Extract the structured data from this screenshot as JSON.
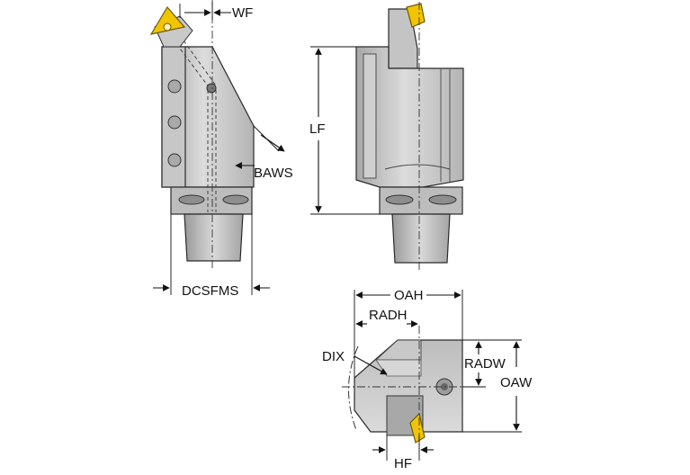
{
  "labels": {
    "wf": "WF",
    "baws": "BAWS",
    "dcsfms": "DCSFMS",
    "lf": "LF",
    "oah": "OAH",
    "radh": "RADH",
    "radw": "RADW",
    "oaw": "OAW",
    "dix": "DIX",
    "hf": "HF"
  },
  "colors": {
    "body_light": "#d4d4d4",
    "body_mid": "#b9b9b9",
    "body_dark": "#8f8f8f",
    "insert_yellow": "#f2c400",
    "line": "#111111"
  }
}
